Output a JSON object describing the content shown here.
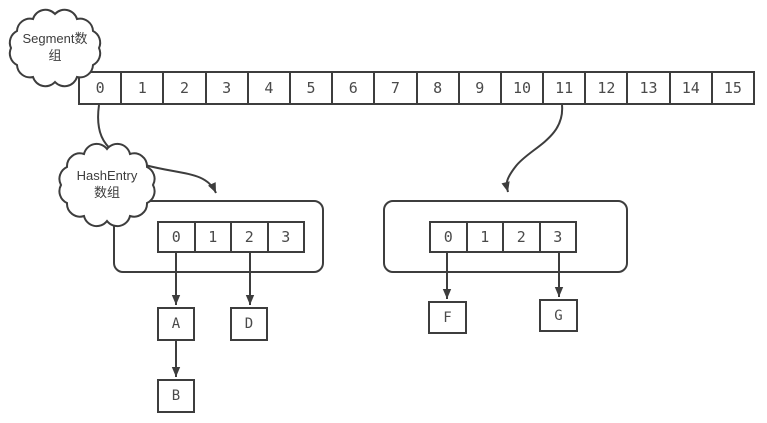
{
  "colors": {
    "stroke": "#3d3d3d",
    "text": "#4a4a4a",
    "background": "#ffffff"
  },
  "clouds": {
    "segment": {
      "lines": [
        "Segment数",
        "组"
      ]
    },
    "hashentry": {
      "lines": [
        "HashEntry",
        "数组"
      ]
    }
  },
  "segment_array": {
    "cells": [
      "0",
      "1",
      "2",
      "3",
      "4",
      "5",
      "6",
      "7",
      "8",
      "9",
      "10",
      "11",
      "12",
      "13",
      "14",
      "15"
    ]
  },
  "buckets": {
    "left": {
      "cells": [
        "0",
        "1",
        "2",
        "3"
      ]
    },
    "right": {
      "cells": [
        "0",
        "1",
        "2",
        "3"
      ]
    }
  },
  "nodes": {
    "a": "A",
    "b": "B",
    "d": "D",
    "f": "F",
    "g": "G"
  },
  "edges": [
    {
      "from": "segment-cell-0",
      "to": "hashentry-bucket-left"
    },
    {
      "from": "segment-cell-11",
      "to": "hashentry-bucket-right"
    },
    {
      "from": "left-bucket-cell-0",
      "to": "node-a"
    },
    {
      "from": "left-bucket-cell-2",
      "to": "node-d"
    },
    {
      "from": "node-a",
      "to": "node-b"
    },
    {
      "from": "right-bucket-cell-0",
      "to": "node-f"
    },
    {
      "from": "right-bucket-cell-3",
      "to": "node-g"
    }
  ]
}
